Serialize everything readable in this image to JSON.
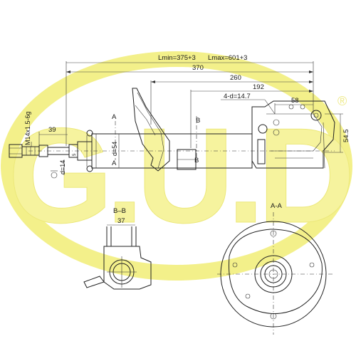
{
  "brand": {
    "logo_text": "G.U.D",
    "registered_mark": "®",
    "logo_color": "#f3f08a"
  },
  "dimensions": {
    "lmin": "Lmin=375+3",
    "lmax": "Lmax=601+3",
    "d370": "370",
    "d260": "260",
    "d192": "192",
    "holes": "4-d=14.7",
    "d58": "58",
    "d54_5": "54.5",
    "d39": "39",
    "thread": "M14x1.5-6g",
    "rod": "d=14",
    "tube": "d=54",
    "d37": "37",
    "d5": "5"
  },
  "section_marks": {
    "a_top": "A",
    "a_bottom": "A",
    "b_top": "B",
    "b_bottom": "B",
    "bb_title": "B–B",
    "aa_title": "A-A"
  },
  "colors": {
    "line": "#222222",
    "logo_fill": "#f3f08a",
    "logo_stroke": "#e9e56a"
  }
}
